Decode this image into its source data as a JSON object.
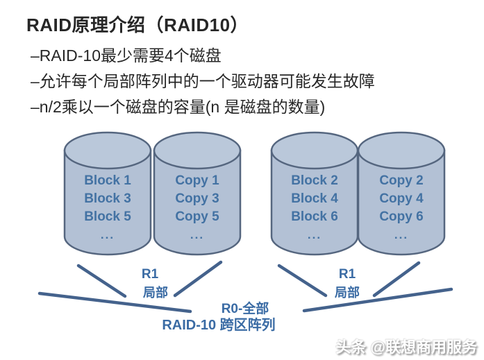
{
  "title": "RAID原理介绍（RAID10）",
  "bullets": [
    "–RAID-10最少需要4个磁盘",
    "–允许每个局部阵列中的一个驱动器可能发生故障",
    "–n/2乘以一个磁盘的容量(n 是磁盘的数量)"
  ],
  "disks": [
    {
      "lines": [
        "Block 1",
        "Block 3",
        "Block 5",
        "..."
      ]
    },
    {
      "lines": [
        "Copy 1",
        "Copy 3",
        "Copy 5",
        "..."
      ]
    },
    {
      "lines": [
        "Block 2",
        "Block 4",
        "Block 6",
        "..."
      ]
    },
    {
      "lines": [
        "Copy 2",
        "Copy 4",
        "Copy 6",
        "..."
      ]
    }
  ],
  "labels": {
    "mirror_left_top": "R1",
    "mirror_left_bottom": "局部",
    "mirror_right_top": "R1",
    "mirror_right_bottom": "局部",
    "stripe_top": "R0-全部",
    "stripe_bottom": "RAID-10 跨区阵列"
  },
  "watermark": "头条 @联想商用服务",
  "colors": {
    "background": "#ffffff",
    "body_text": "#262626",
    "disk_fill": "#b3c1d5",
    "disk_top_fill": "#bac8da",
    "disk_border": "#55667f",
    "disk_text": "#4372a3",
    "connector": "#44628c",
    "label_text": "#3a6ba4"
  }
}
